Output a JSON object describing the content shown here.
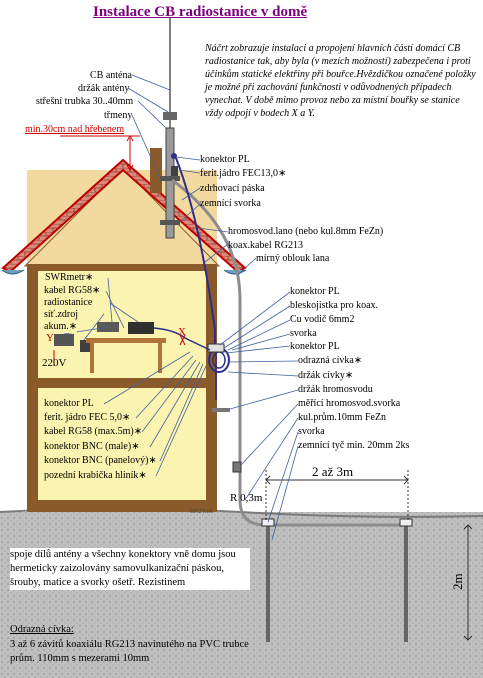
{
  "title": "Instalace CB radiostanice v domě",
  "intro": "Náčrt zobrazuje instalaci a propojení hlavních částí domácí CB radiostanice tak, aby byla (v mezích možností) zabezpečena i proti účinkům statické elektřiny při bouřce.Hvězdičkou označené položky je možné při zachování funkčnosti v odůvodnených případech vynechat.  V době mimo provoz nebo za místní bouřky se stanice vždy odpojí v bodech X a Y.",
  "left_labels": {
    "antenna": "CB anténa",
    "antenna_holder": "držák antény",
    "roof_tube": "střešní trubka 30..40mm",
    "guys": "třmeny",
    "min_height": "min.30cm nad hřebenem"
  },
  "top_right_labels": [
    "konektor PL",
    "ferit.jádro FEC13,0∗",
    "zdrhovací páska",
    "zemnící svorka",
    "hromosvod.lano (nebo kul.8mm FeZn)",
    "koax.kabel RG213",
    "mírný oblouk lana"
  ],
  "right_labels": [
    "konektor PL",
    "bleskojistka pro koax.",
    "Cu vodič 6mm2",
    "svorka",
    "konektor PL",
    "odrazná cívka∗",
    "držák cívky∗",
    "držák hromosvodu",
    "měřící hromosvod.svorka",
    "kul.prům.10mm FeZn",
    "svorka",
    "zemnící tyč min. 20mm 2ks"
  ],
  "indoor_upper": [
    "SWRmetr∗",
    "kabel RG58∗",
    "radiostanice",
    "síť.zdroj",
    "akum.∗"
  ],
  "indoor_lower": [
    "konektor PL",
    "ferit. jádro FEC 5,0∗",
    "kabel RG58 (max.5m)∗",
    "konektor BNC (male)∗",
    "konektor BNC (panelový)∗",
    "pozední krabička hliník∗"
  ],
  "marks": {
    "x": "X",
    "y": "Y",
    "voltage": "220V",
    "distance": "2 až 3m",
    "depth": "2m",
    "radius": "R 0,3m",
    "signature": "BK2TAR"
  },
  "note": "spoje dílů antény a všechny konektory vně domu jsou hermeticky zaizolovány samovulkanizační páskou, šrouby, matice a svorky ošetř. Rezistinem",
  "coil_title": "Odrazná cívka:",
  "coil_text": "3 až 6 závitů koaxiálu RG213 navinutého na PVC trubce prům. 110mm s mezerami 10mm",
  "colors": {
    "wall": "#f2d9a0",
    "floor_fill": "#fbf3b0",
    "timber": "#8a5a2b",
    "roof": "#c00000",
    "ground": "#b8b8b8",
    "cable": "#2d2d8a",
    "leader": "#4060a0"
  }
}
